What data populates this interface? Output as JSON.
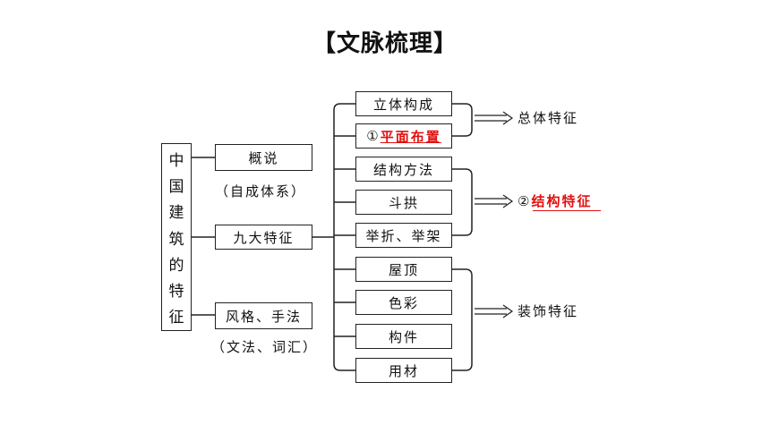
{
  "title": "【文脉梳理】",
  "root": {
    "chars": [
      "中",
      "国",
      "建",
      "筑",
      "的",
      "特",
      "征"
    ]
  },
  "left_branches": [
    {
      "label": "概说",
      "note": "（自成体系）"
    },
    {
      "label": "九大特征"
    },
    {
      "label": "风格、手法",
      "note": "（文法、词汇）"
    }
  ],
  "features": [
    {
      "label": "立体构成"
    },
    {
      "num": "①",
      "label": "平面布置",
      "highlight": true
    },
    {
      "label": "结构方法"
    },
    {
      "label": "斗拱"
    },
    {
      "label": "举折、举架"
    },
    {
      "label": "屋顶"
    },
    {
      "label": "色彩"
    },
    {
      "label": "构件"
    },
    {
      "label": "用材"
    }
  ],
  "categories": [
    {
      "label": "总体特征"
    },
    {
      "num": "②",
      "label": "结构特征",
      "highlight": true
    },
    {
      "label": "装饰特征"
    }
  ],
  "colors": {
    "answer": "#e01010",
    "line": "#222222"
  }
}
